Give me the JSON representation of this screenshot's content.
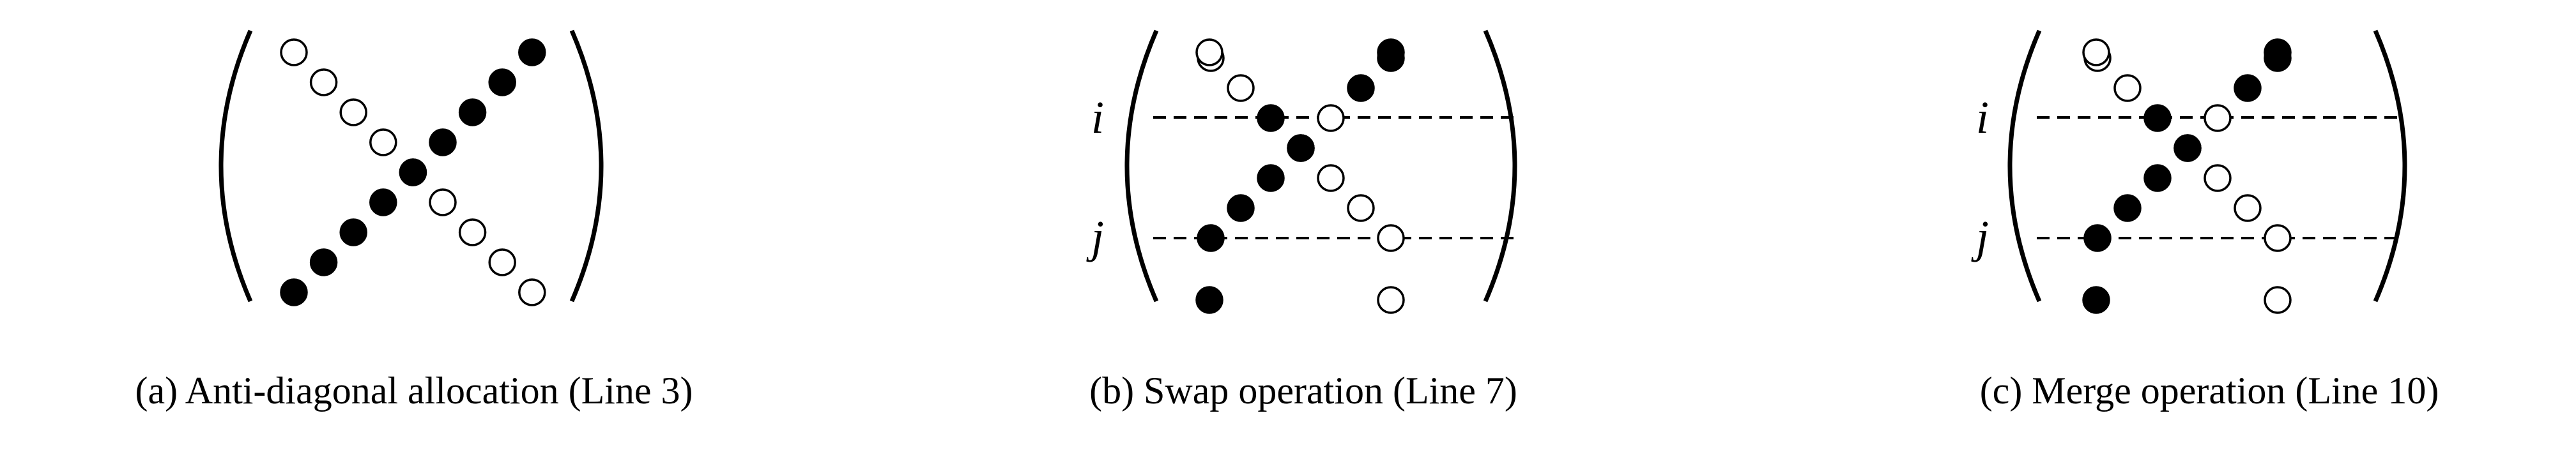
{
  "colors": {
    "ink": "#000000",
    "paper": "#ffffff"
  },
  "panels": [
    {
      "id": "a",
      "caption": "(a) Anti-diagonal allocation (Line 3)",
      "row_labels": []
    },
    {
      "id": "b",
      "caption": "(b) Swap operation (Line 7)",
      "row_labels": [
        "i",
        "j"
      ]
    },
    {
      "id": "c",
      "caption": "(c) Merge operation (Line 10)",
      "row_labels": [
        "i",
        "j"
      ]
    }
  ]
}
